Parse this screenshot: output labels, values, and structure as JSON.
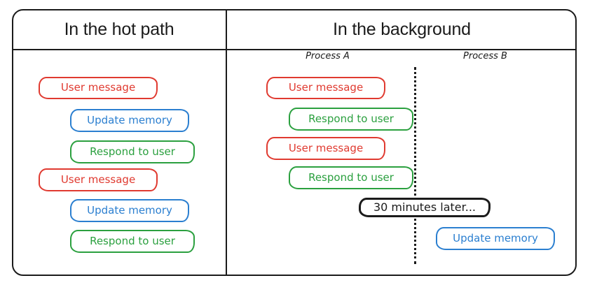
{
  "diagram": {
    "title_left": "In the hot path",
    "title_right": "In the background",
    "colors": {
      "user_message": "#e03a30",
      "update_memory": "#2b7fd0",
      "respond_to_user": "#2ba03f",
      "frame": "#1b1b1b",
      "background": "#ffffff"
    }
  },
  "hot_path": {
    "title": "In the hot path",
    "steps": [
      {
        "label": "User message",
        "color": "red",
        "indent": 0
      },
      {
        "label": "Update memory",
        "color": "blue",
        "indent": 1
      },
      {
        "label": "Respond to user",
        "color": "green",
        "indent": 1
      },
      {
        "label": "User message",
        "color": "red",
        "indent": 0
      },
      {
        "label": "Update memory",
        "color": "blue",
        "indent": 1
      },
      {
        "label": "Respond to user",
        "color": "green",
        "indent": 1
      }
    ]
  },
  "background": {
    "title": "In the background",
    "process_a_label": "Process A",
    "process_b_label": "Process B",
    "process_a_steps": [
      {
        "label": "User message",
        "color": "red",
        "indent": 0
      },
      {
        "label": "Respond to user",
        "color": "green",
        "indent": 1
      },
      {
        "label": "User message",
        "color": "red",
        "indent": 0
      },
      {
        "label": "Respond to user",
        "color": "green",
        "indent": 1
      }
    ],
    "time_gap_label": "30 minutes later...",
    "process_b_steps": [
      {
        "label": "Update memory",
        "color": "blue",
        "indent": 0
      }
    ]
  }
}
